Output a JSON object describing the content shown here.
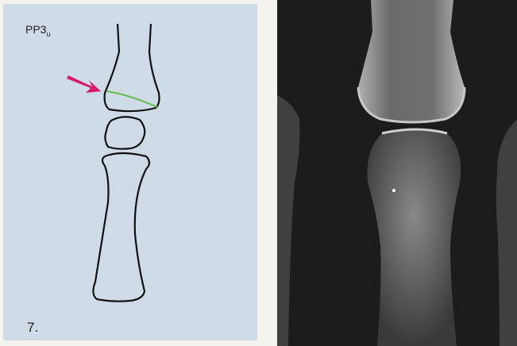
{
  "figure": {
    "code_label": "PP3",
    "code_subscript": "u",
    "number_label": "7.",
    "colors": {
      "drawing_background": "#cfdbe6",
      "arrow": "#d81b6a",
      "highlight_line": "#5fbf4a",
      "xray_background": "#1a1a1a"
    }
  }
}
